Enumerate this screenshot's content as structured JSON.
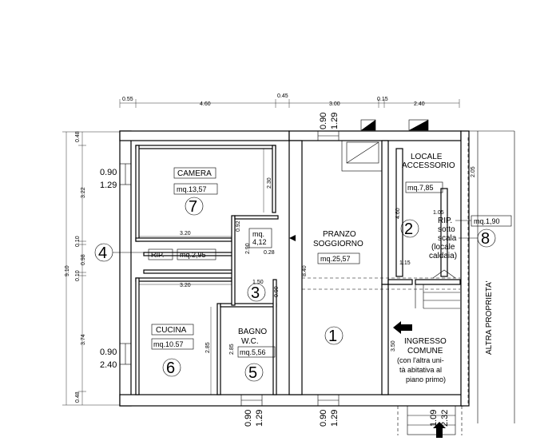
{
  "top_dimensions": [
    "0.55",
    "4.60",
    "0.45",
    "3.00",
    "0.15",
    "2.40"
  ],
  "left_dimensions": [
    "0.48",
    "3.22",
    "0.10",
    "0.98",
    "0.10",
    "3.74",
    "0.48"
  ],
  "overall_dimension": "9.10",
  "rooms": {
    "camera": {
      "name": "CAMERA",
      "area": "mq.13,57",
      "number": "7",
      "window": [
        "0.90",
        "1.29"
      ]
    },
    "ripostiglio": {
      "name": "RIP.",
      "area": "mq.2,95",
      "number": "4"
    },
    "cucina": {
      "name": "CUCINA",
      "area": "mq.10.57",
      "number": "6",
      "window": [
        "0.90",
        "2.40"
      ]
    },
    "disimpegno": {
      "area_line1": "mq.",
      "area_line2": "4,12",
      "number": "3"
    },
    "bagno": {
      "name_line1": "BAGNO",
      "name_line2": "W.C.",
      "area": "mq.5,56",
      "number": "5"
    },
    "pranzo": {
      "name_line1": "PRANZO",
      "name_line2": "SOGGIORNO",
      "area": "mq.25,57",
      "number": "1"
    },
    "locale_accessorio": {
      "name_line1": "LOCALE",
      "name_line2": "ACCESSORIO",
      "area": "mq.7,85",
      "number": "2"
    },
    "rip_sotto_scala": {
      "lines": [
        "RIP.",
        "sotto",
        "scala",
        "(locale",
        "caldaia)"
      ],
      "area": "mq.1,90",
      "number": "8"
    },
    "ingresso": {
      "lines": [
        "INGRESSO",
        "COMUNE",
        "(con l'altra uni-",
        "tà abitativa al",
        "piano primo)"
      ]
    }
  },
  "inner_dimensions": {
    "camera_height": "2.30",
    "camera_width": "3.20",
    "cucina_width": "3.20",
    "cucina_height": "2.85",
    "bagno_height": "2.85",
    "d092": "0.92",
    "d290": "2.90",
    "d028": "0.28",
    "d150": "1.50",
    "d090": "0.90",
    "d840": "8.40",
    "d350": "3.50",
    "d460": "4.60",
    "d115": "1.15",
    "d205": "2.05",
    "d105": "1.05"
  },
  "windows": {
    "top": [
      "0.90",
      "1.29"
    ],
    "bottom_bagno": [
      "0.90",
      "1.29"
    ],
    "bottom_pranzo": [
      "0.90",
      "1.29"
    ],
    "bottom_entrance": [
      "1.09",
      "2.32"
    ]
  },
  "side_label": "ALTRA PROPRIETA'"
}
